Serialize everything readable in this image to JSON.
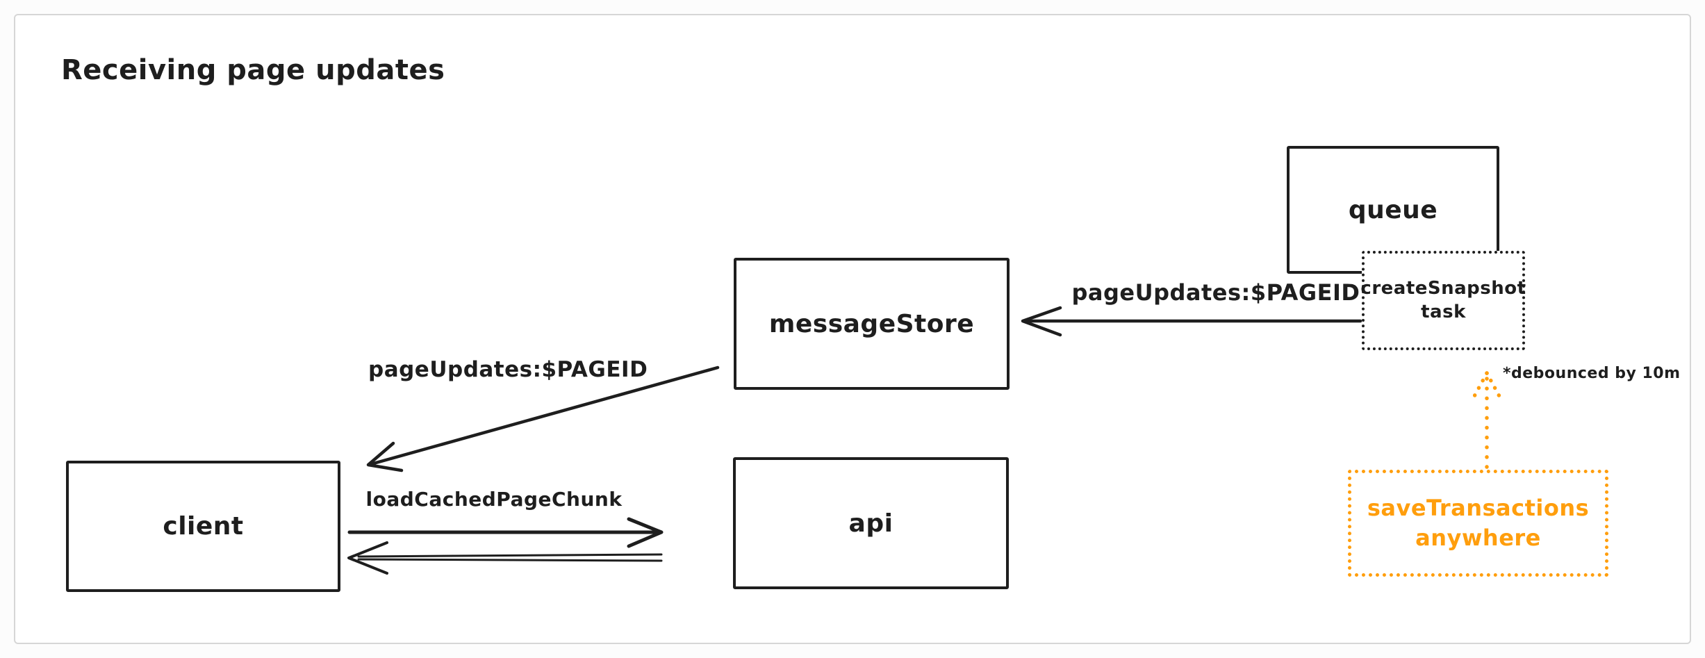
{
  "title": "Receiving page updates",
  "colors": {
    "ink": "#1e1e1e",
    "accent": "#ff9e0d",
    "frame_border": "#d6d6d6"
  },
  "nodes": {
    "queue": {
      "label": "queue",
      "style": "solid"
    },
    "create_snapshot_task": {
      "label": "createSnapshot task",
      "style": "dotted"
    },
    "message_store": {
      "label": "messageStore",
      "style": "solid"
    },
    "client": {
      "label": "client",
      "style": "solid"
    },
    "api": {
      "label": "api",
      "style": "solid"
    },
    "save_transactions": {
      "label": "saveTransactions anywhere",
      "style": "dotted-accent"
    }
  },
  "connections": [
    {
      "from": "create_snapshot_task",
      "to": "message_store",
      "style": "solid-arrow",
      "label": "pageUpdates:$PAGEID"
    },
    {
      "from": "message_store",
      "to": "client",
      "style": "solid-arrow",
      "label": "pageUpdates:$PAGEID"
    },
    {
      "from": "client",
      "to": "api",
      "style": "solid-arrow",
      "label": "loadCachedPageChunk"
    },
    {
      "from": "api",
      "to": "client",
      "style": "double-line-arrow",
      "label": ""
    },
    {
      "from": "save_transactions",
      "to": "create_snapshot_task",
      "style": "dotted-accent-arrow",
      "label": "",
      "note": "*debounced by 10m"
    }
  ]
}
